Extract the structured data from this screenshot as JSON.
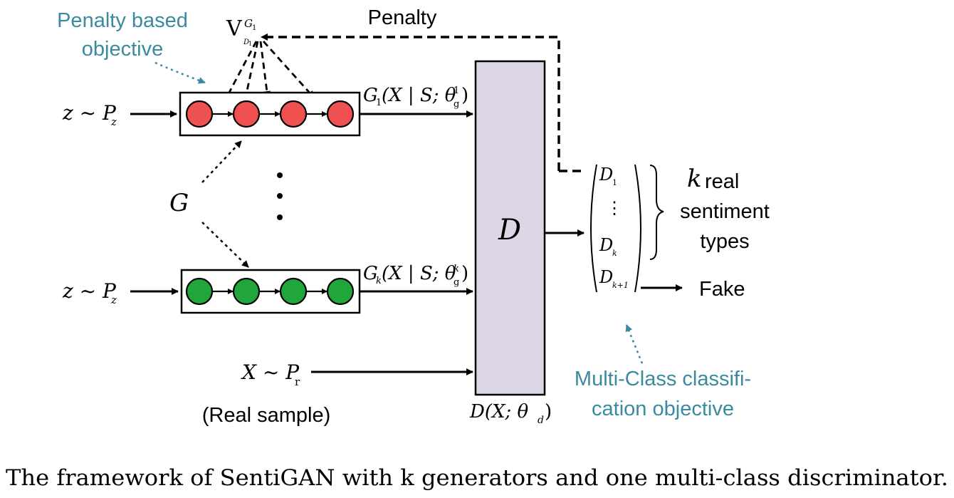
{
  "colors": {
    "generator1_node": "#ef5050",
    "generatork_node": "#20a63a",
    "discriminator_fill": "#dcd6e6",
    "annotation": "#3a8aa0",
    "stroke": "#000000"
  },
  "labels": {
    "penalty_based_line1": "Penalty based",
    "penalty_based_line2": "objective",
    "v_main": "V",
    "v_sup": "G",
    "v_sup_sub": "1",
    "v_sub": "D",
    "v_sub_sub": "1",
    "penalty": "Penalty",
    "z1_input": "z ~ P",
    "z1_sub": "z",
    "zk_input": "z ~ P",
    "zk_sub": "z",
    "x_input": "X ~ P",
    "x_sub": "r",
    "real_sample": "(Real sample)",
    "g_label": "G",
    "g1_out_base": "G",
    "g1_out_sub": "1",
    "g1_out_args": "(X | S; θ",
    "g1_out_theta_sub": "g",
    "g1_out_theta_sup": "1",
    "g1_out_close": ")",
    "gk_out_base": "G",
    "gk_out_sub": "k",
    "gk_out_args": "(X | S; θ",
    "gk_out_theta_sub": "g",
    "gk_out_theta_sup": "k",
    "gk_out_close": ")",
    "d_label": "D",
    "d_out": "D(X; θ",
    "d_out_sub": "d",
    "d_out_close": ")",
    "d1": "D",
    "d1_sub": "1",
    "vdots": "⋮",
    "dk": "D",
    "dk_sub": "k",
    "dk1": "D",
    "dk1_sub": "k+1",
    "k_word": "k",
    "real_word": " real",
    "sentiment": "sentiment",
    "types": "types",
    "fake": "Fake",
    "multiclass_line1": "Multi-Class classifi-",
    "multiclass_line2": "cation objective",
    "caption": "The framework of SentiGAN with k generators and one multi-class discriminator."
  }
}
